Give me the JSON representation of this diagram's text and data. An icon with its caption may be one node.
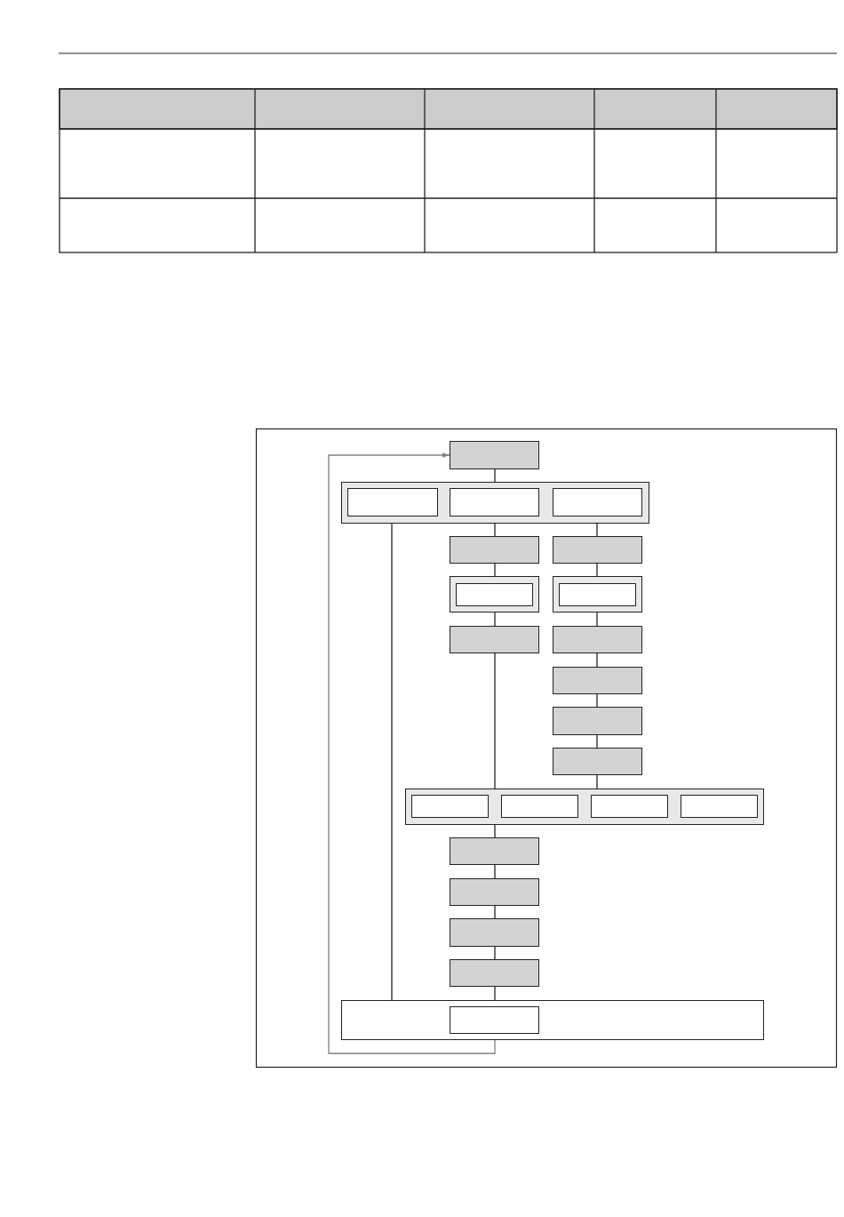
{
  "diagram": {
    "nodes": [
      {
        "text": [],
        "shape": "box"
      },
      {
        "text": [],
        "shape": "box"
      },
      {
        "text": [],
        "shape": "box",
        "in": 1
      },
      {
        "text": [],
        "shape": "box",
        "in": 1
      },
      {
        "text": [],
        "shape": "box",
        "in": 1
      },
      {
        "text": [],
        "shape": "box"
      },
      {
        "text": [],
        "shape": "box"
      },
      {
        "text": [],
        "shape": "box"
      },
      {
        "text": [],
        "shape": "box",
        "in": 7
      },
      {
        "text": [],
        "shape": "box"
      },
      {
        "text": [],
        "shape": "box",
        "in": 9
      },
      {
        "text": [],
        "shape": "box"
      },
      {
        "text": [],
        "shape": "box"
      },
      {
        "text": [],
        "shape": "box"
      },
      {
        "text": [],
        "shape": "box"
      },
      {
        "text": [],
        "shape": "box"
      },
      {
        "text": [],
        "shape": "box"
      },
      {
        "text": [],
        "shape": "box",
        "in": 16
      },
      {
        "text": [],
        "shape": "box",
        "in": 16
      },
      {
        "text": [],
        "shape": "box",
        "in": 16
      },
      {
        "text": [],
        "shape": "box",
        "in": 16
      },
      {
        "text": [],
        "shape": "box"
      },
      {
        "text": [],
        "shape": "box"
      },
      {
        "text": [],
        "shape": "box"
      },
      {
        "text": [],
        "shape": "box"
      },
      {
        "text": [],
        "shape": "box"
      },
      {
        "text": [],
        "shape": "box",
        "in": 25
      }
    ],
    "edges": [
      {
        "from": 0,
        "to": 1,
        "arrow": "none"
      },
      {
        "from": 1,
        "to": 5,
        "arrow": "none"
      },
      {
        "from": 1,
        "to": 6,
        "arrow": "none"
      },
      {
        "from": 1,
        "to": 25,
        "arrow": "none"
      },
      {
        "from": 5,
        "to": 7,
        "arrow": "none"
      },
      {
        "from": 7,
        "to": 11,
        "arrow": "none"
      },
      {
        "from": 6,
        "to": 9,
        "arrow": "none"
      },
      {
        "from": 9,
        "to": 12,
        "arrow": "none"
      },
      {
        "from": 12,
        "to": 13,
        "arrow": "none"
      },
      {
        "from": 13,
        "to": 14,
        "arrow": "none"
      },
      {
        "from": 14,
        "to": 15,
        "arrow": "none"
      },
      {
        "from": 15,
        "to": 16,
        "arrow": "none"
      },
      {
        "from": 11,
        "to": 16,
        "arrow": "none"
      },
      {
        "from": 16,
        "to": 21,
        "arrow": "none"
      },
      {
        "from": 21,
        "to": 22,
        "arrow": "none"
      },
      {
        "from": 22,
        "to": 23,
        "arrow": "none"
      },
      {
        "from": 23,
        "to": 24,
        "arrow": "none"
      },
      {
        "from": 24,
        "to": 25,
        "arrow": "none"
      },
      {
        "from": 25,
        "to": 0,
        "arrow": "to",
        "color": "#808080"
      }
    ]
  }
}
